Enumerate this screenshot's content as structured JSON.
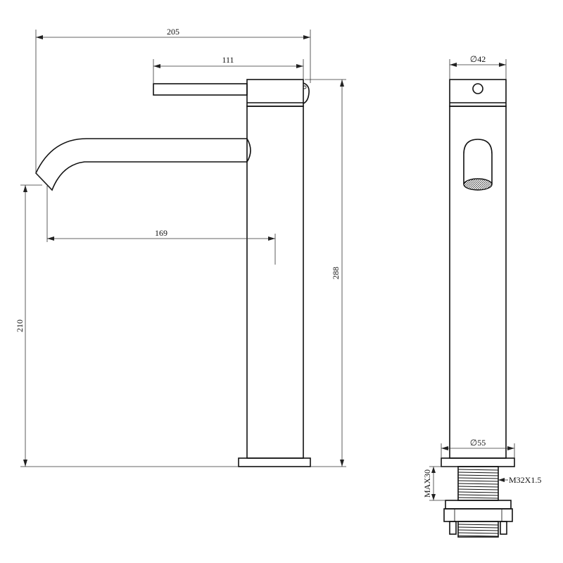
{
  "labels": {
    "total_width": "205",
    "handle_reach": "111",
    "spout_reach": "169",
    "total_height": "288",
    "spout_height": "210",
    "top_diameter": "∅42",
    "base_diameter": "∅55",
    "max_thickness": "MAX30",
    "thread_size": "M32X1.5"
  }
}
